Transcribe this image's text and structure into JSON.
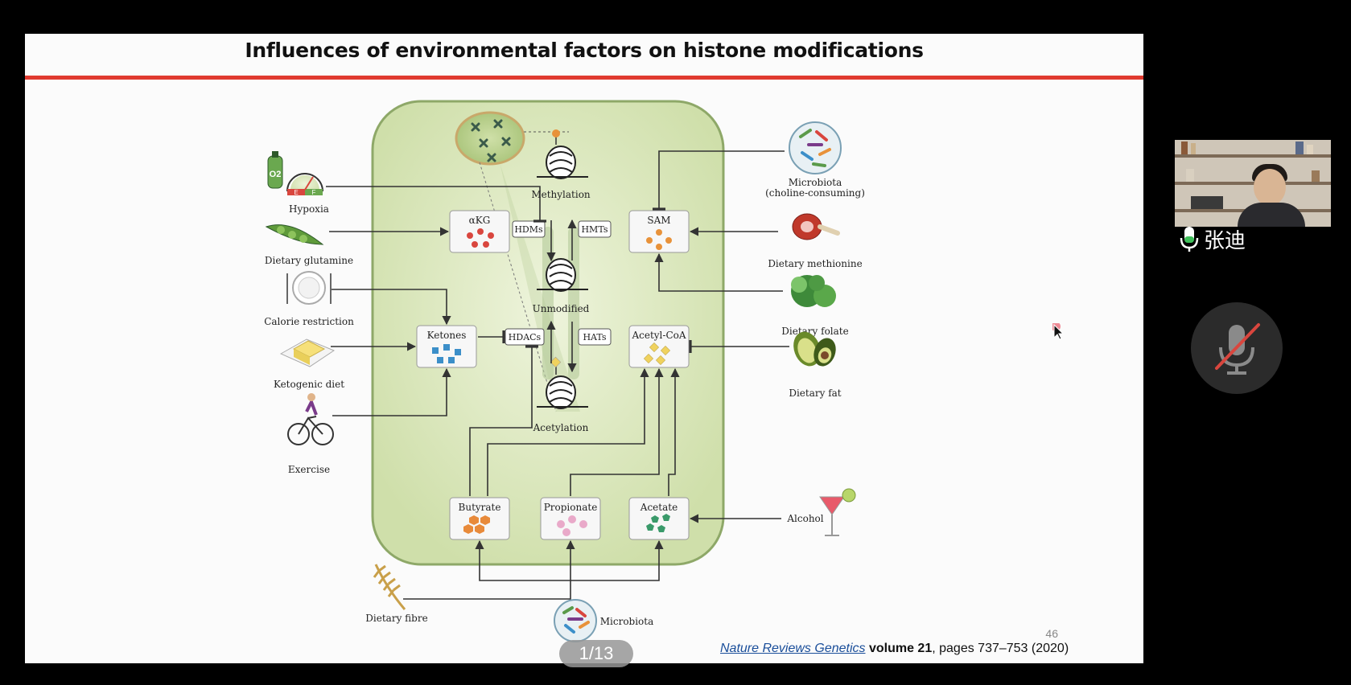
{
  "slide": {
    "title": "Influences of environmental factors on histone modifications",
    "page_number": "46",
    "citation": {
      "journal": "Nature Reviews Genetics",
      "volume": "volume 21",
      "pages": ", pages 737–753 (2020)"
    }
  },
  "figure": {
    "left_inputs": {
      "hypoxia": "Hypoxia",
      "glutamine": "Dietary glutamine",
      "calorie": "Calorie restriction",
      "ketogenic": "Ketogenic diet",
      "exercise": "Exercise"
    },
    "right_inputs": {
      "microbiota_top_1": "Microbiota",
      "microbiota_top_2": "(choline-consuming)",
      "methionine": "Dietary methionine",
      "folate": "Dietary folate",
      "fat": "Dietary fat",
      "alcohol": "Alcohol"
    },
    "bottom_inputs": {
      "fibre": "Dietary fibre",
      "microbiota": "Microbiota"
    },
    "boxes": {
      "akg": "αKG",
      "sam": "SAM",
      "ketones": "Ketones",
      "acetyl_coa": "Acetyl-CoA",
      "butyrate": "Butyrate",
      "propionate": "Propionate",
      "acetate": "Acetate"
    },
    "enzymes": {
      "hdms": "HDMs",
      "hmts": "HMTs",
      "hdacs": "HDACs",
      "hats": "HATs"
    },
    "states": {
      "methylation": "Methylation",
      "unmodified": "Unmodified",
      "acetylation": "Acetylation"
    },
    "o2_label": "O2",
    "gauge_e": "E",
    "gauge_f": "F"
  },
  "presentation": {
    "slide_counter": "1/13",
    "participant_name": "张迪"
  },
  "colors": {
    "title_bar": "#e03a2f",
    "cell_fill": "#d6e4b5",
    "cell_stroke": "#8ea868",
    "akg_dots": "#d9463e",
    "sam_dots": "#e8923a",
    "ketone_squares": "#3c8fc9",
    "acetyl_diamonds": "#f0d25e",
    "butyrate_hex": "#e88a3a",
    "propionate_dots": "#e9a9c9",
    "acetate_pent": "#3a9a6a"
  }
}
